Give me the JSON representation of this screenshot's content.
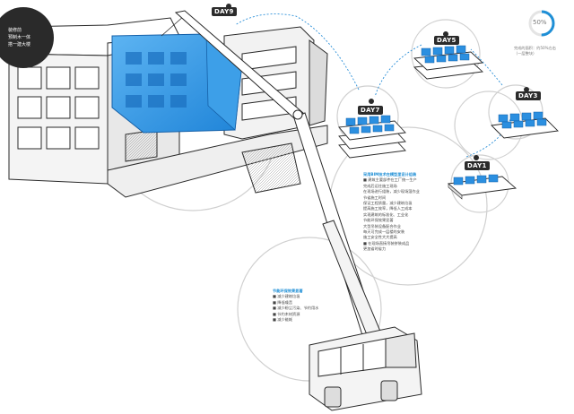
{
  "days": {
    "d1": "DAY1",
    "d3": "DAY3",
    "d5": "DAY5",
    "d7": "DAY7",
    "d9": "DAY9"
  },
  "progress": {
    "label": "50%",
    "value": 50
  },
  "intro_block": {
    "lines": [
      "装修前",
      "预制木一体",
      "搭一建大楼"
    ]
  },
  "progress_note": {
    "lines": [
      "完成的面积：约50%左右",
      "（一层整块）"
    ]
  },
  "block_a": {
    "title": "采用BIM技术在模型里设计组装",
    "lines": [
      "■ 建筑主要部件在工厂统一生产",
      "  完成后运往施工现场",
      "  在现场进行组装，减少现场湿作业",
      "  节省施工时间",
      "  保证工程质量，减少建筑垃圾",
      "  提高施工效率，降低人工成本",
      "  实现建筑的标准化、工业化",
      "  节能环保效果显著",
      "  大型吊装设备配合作业",
      "  每天可完成一层楼的安装",
      "  施工安全性大大提高",
      "■ 在现场直接吊装拼装成品",
      "  更加省时省力"
    ]
  },
  "block_b": {
    "title": "节能环保效果显著",
    "lines": [
      "■ 减少建筑垃圾",
      "■ 降低噪音",
      "■ 减少粉尘污染、节约用水",
      "■ 节约木材资源",
      "■ 减少能耗"
    ]
  },
  "colors": {
    "module_blue": "#2b8fe0",
    "module_light": "#6fb8f0",
    "accent_blue": "#1f8fd6",
    "line_dark": "#2a2a2a",
    "ring_gray": "#cfcfcf"
  }
}
